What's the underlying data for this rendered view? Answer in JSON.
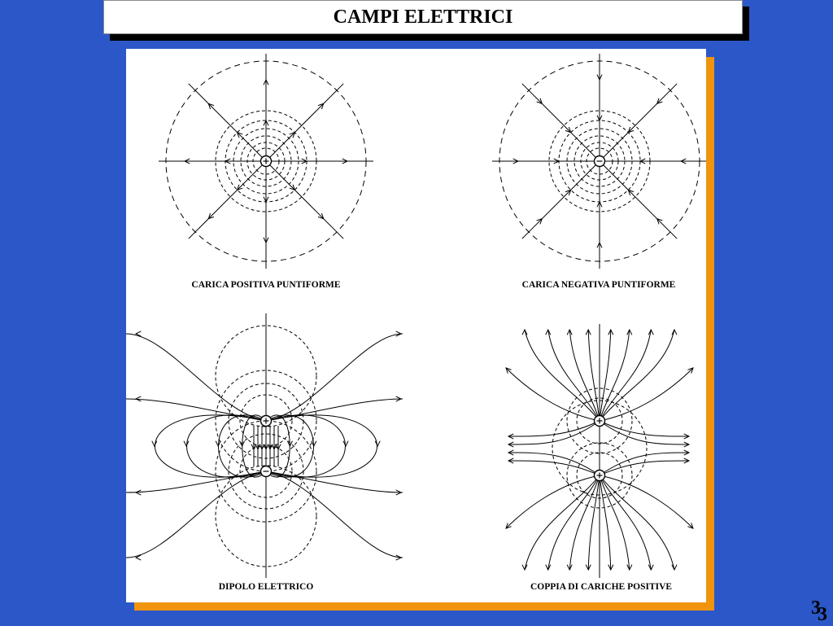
{
  "title": "CAMPI ELETTRICI",
  "page_number": "3",
  "captions": {
    "positive": "CARICA POSITIVA PUNTIFORME",
    "negative": "CARICA NEGATIVA PUNTIFORME",
    "dipole": "DIPOLO ELETTRICO",
    "pair": "COPPIA DI CARICHE POSITIVE"
  },
  "charge_signs": {
    "positive": "+",
    "negative": "−"
  },
  "colors": {
    "background": "#2c57c8",
    "panel_shadow": "#f0940e",
    "title_shadow": "#000000"
  },
  "icons": [
    "positive-charge-icon",
    "negative-charge-icon"
  ]
}
